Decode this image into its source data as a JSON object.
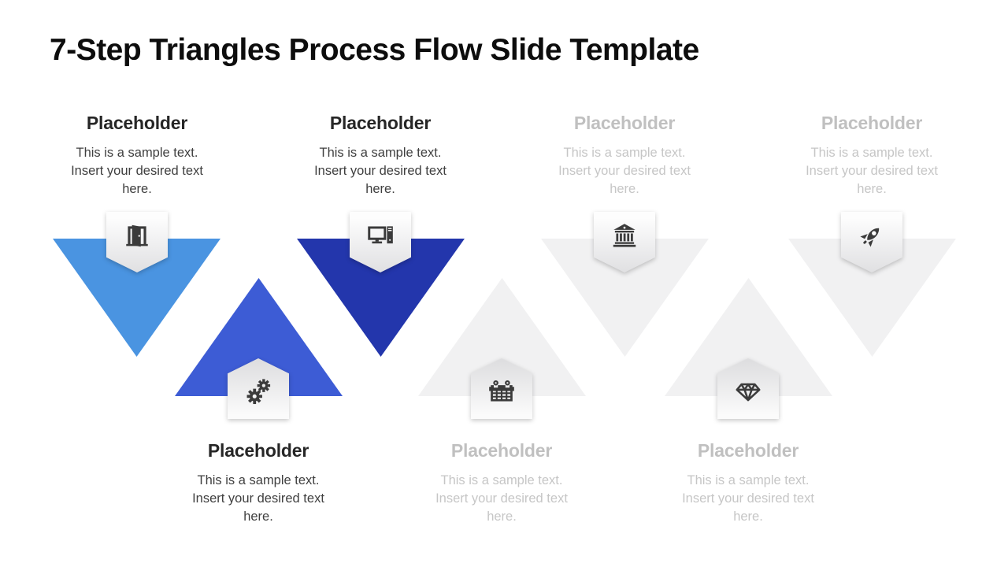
{
  "slide": {
    "title": "7-Step Triangles Process Flow Slide Template",
    "title_color": "#0d0d0d",
    "background": "#ffffff"
  },
  "palette": {
    "icon_color": "#3b3b3b",
    "inactive_triangle": "#f1f1f2",
    "step1_blue": "#4a94e1",
    "step2_blue": "#3d5cd5",
    "step3_blue": "#2336ac"
  },
  "steps": [
    {
      "id": 1,
      "direction": "down",
      "icon": "door-icon",
      "heading": "Placeholder",
      "body": "This is a sample text.\nInsert your desired text\nhere.",
      "triangle_color": "#4a94e1",
      "heading_color": "#262626",
      "body_color": "#3f3f3f"
    },
    {
      "id": 2,
      "direction": "up",
      "icon": "gears-icon",
      "heading": "Placeholder",
      "body": "This is a sample text.\nInsert your desired text\nhere.",
      "triangle_color": "#3d5cd5",
      "heading_color": "#262626",
      "body_color": "#3f3f3f"
    },
    {
      "id": 3,
      "direction": "down",
      "icon": "desktop-computer-icon",
      "heading": "Placeholder",
      "body": "This is a sample text.\nInsert your desired text\nhere.",
      "triangle_color": "#2336ac",
      "heading_color": "#262626",
      "body_color": "#3f3f3f"
    },
    {
      "id": 4,
      "direction": "up",
      "icon": "calendar-icon",
      "heading": "Placeholder",
      "body": "This is a sample text.\nInsert your desired text\nhere.",
      "triangle_color": "#f1f1f2",
      "heading_color": "#c0c0c0",
      "body_color": "#c6c6c6"
    },
    {
      "id": 5,
      "direction": "down",
      "icon": "bank-icon",
      "heading": "Placeholder",
      "body": "This is a sample text.\nInsert your desired text\nhere.",
      "triangle_color": "#f1f1f2",
      "heading_color": "#c0c0c0",
      "body_color": "#c6c6c6"
    },
    {
      "id": 6,
      "direction": "up",
      "icon": "diamond-icon",
      "heading": "Placeholder",
      "body": "This is a sample text.\nInsert your desired text\nhere.",
      "triangle_color": "#f1f1f2",
      "heading_color": "#c0c0c0",
      "body_color": "#c6c6c6"
    },
    {
      "id": 7,
      "direction": "down",
      "icon": "rocket-icon",
      "heading": "Placeholder",
      "body": "This is a sample text.\nInsert your desired text\nhere.",
      "triangle_color": "#f1f1f2",
      "heading_color": "#c0c0c0",
      "body_color": "#c6c6c6"
    }
  ]
}
